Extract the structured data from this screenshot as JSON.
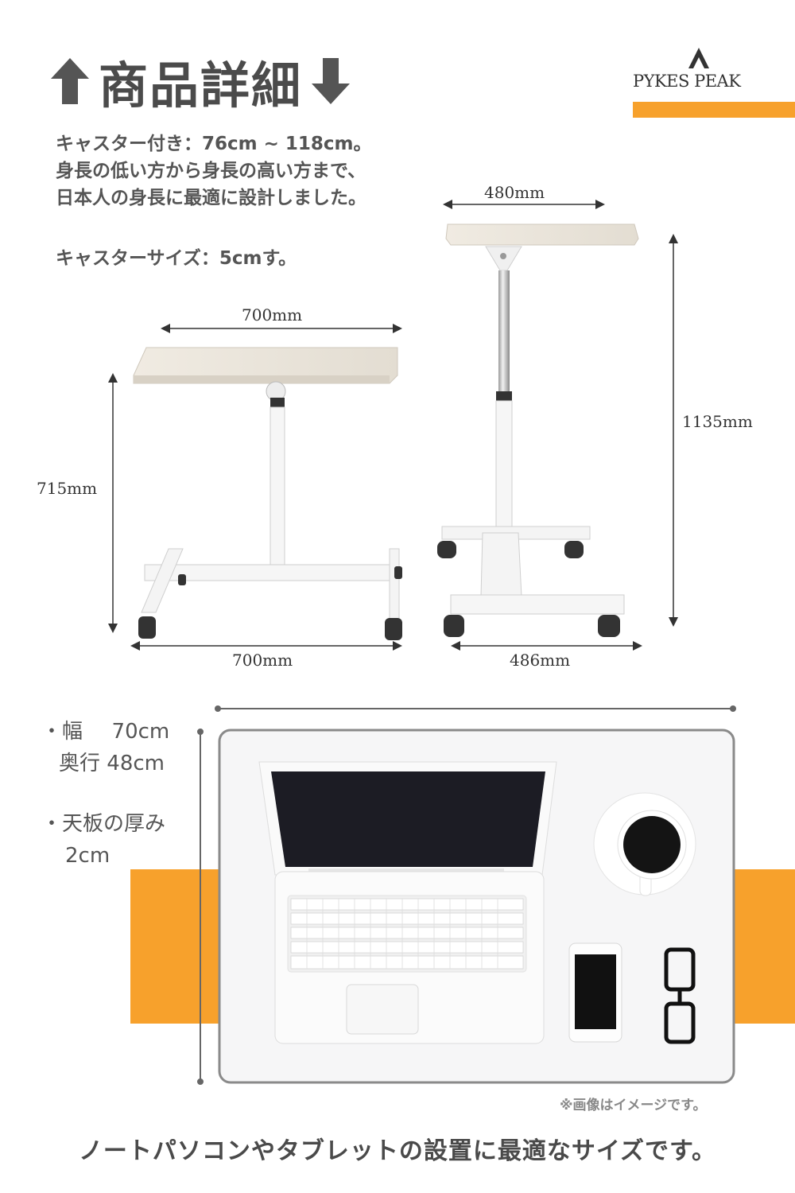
{
  "header": {
    "title": "商品詳細",
    "brand": "PYKES PEAK"
  },
  "description": {
    "lines": [
      "キャスター付き：76cm ~ 118cm。",
      "身長の低い方から身長の高い方まで、",
      "日本人の身長に最適に設計しました。"
    ],
    "caster_size": "キャスターサイズ：5cmす。"
  },
  "dimensions": {
    "left_top_width": "700mm",
    "left_height": "715mm",
    "left_bottom_width": "700mm",
    "right_top_width": "480mm",
    "right_height": "1135mm",
    "right_bottom_width": "486mm"
  },
  "specs": {
    "width_label": "・幅",
    "width_value": "70cm",
    "depth_label": "奥行",
    "depth_value": "48cm",
    "thickness_label": "・天板の厚み",
    "thickness_value": "2cm"
  },
  "note": "※画像はイメージです。",
  "footer": "ノートパソコンやタブレットの設置に最適なサイズです。",
  "colors": {
    "accent": "#f7a12c",
    "text": "#555555",
    "desk_top": "#ece7de"
  }
}
